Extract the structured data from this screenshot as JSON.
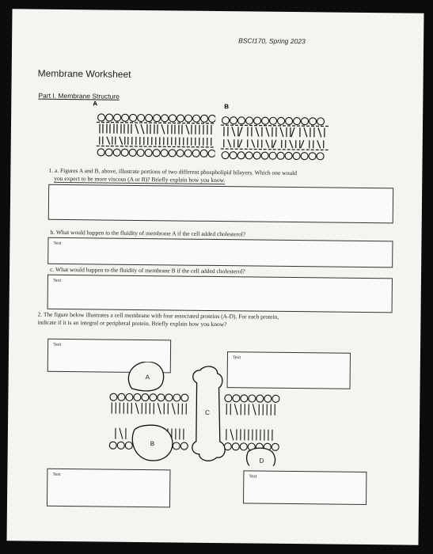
{
  "header": {
    "course": "BSCI170, Spring 2023"
  },
  "title": "Membrane Worksheet",
  "part1": {
    "heading": "Part I. Membrane Structure",
    "label_a": "A",
    "label_b": "B",
    "q1a_line1": "1. a. Figures A and B, above, illustrate portions of two different phospholipid bilayers. Which one would",
    "q1a_line2": "you expect to be more viscous (A or B)? Briefly explain how you know.",
    "q1b": "b. What would happen to the fluidity of membrane A if the cell added cholesterol?",
    "q1b_box": "Text",
    "q1c": "c. What would happen to the fluidity of membrane B if the cell added cholesterol?",
    "q1c_box": "Text"
  },
  "part2": {
    "q2_line1": "2. The figure below illustrates a cell membrane with four associated proteins (A-D). For each protein,",
    "q2_line2": "indicate if it is an integral or peripheral protein. Briefly explain how you know?",
    "box_top_left": "Text",
    "box_top_right": "Text",
    "box_bottom_left": "Text",
    "box_bottom_right": "Text",
    "protein_a": "A",
    "protein_b": "B",
    "protein_c": "C",
    "protein_d": "D"
  }
}
